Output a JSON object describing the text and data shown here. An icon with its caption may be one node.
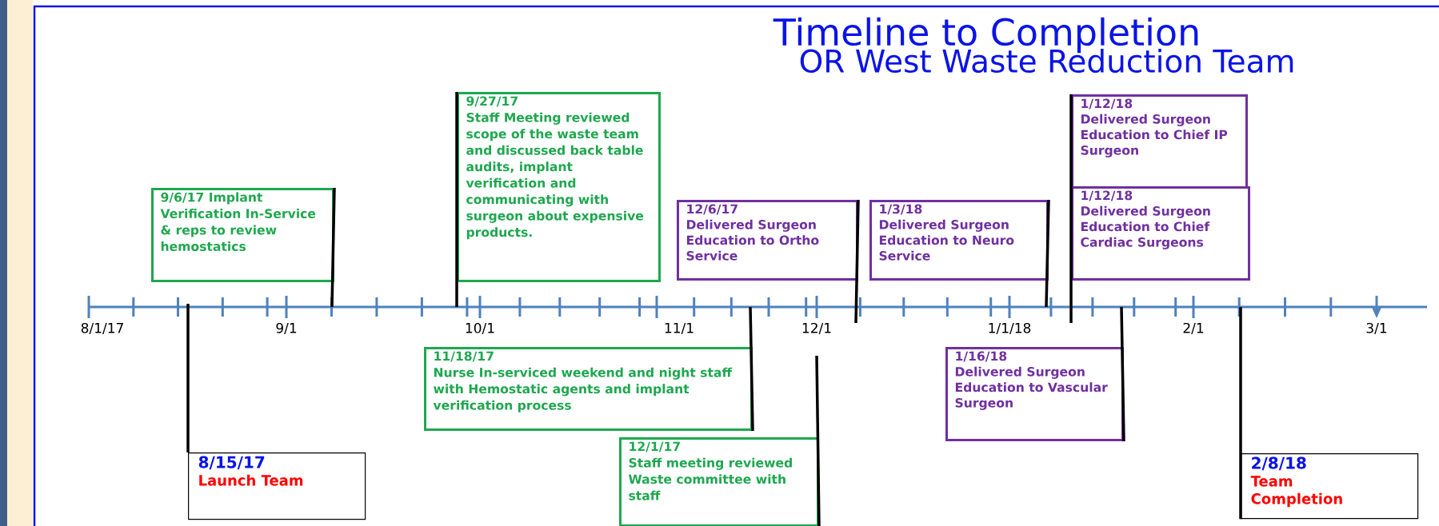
{
  "diagram": {
    "title": "Timeline to Completion",
    "nodes": [
      {
        "text": [
          "8/15/17",
          "Launch Team"
        ]
      },
      {
        "text": [
          "9/6/17 Implant Verification In-Service & reps to review hemostatics"
        ]
      },
      {
        "text": [
          "9/27/17",
          "Staff Meeting reviewed scope of the waste team and discussed back table audits, implant verification and communicating with surgeon about expensive products."
        ]
      },
      {
        "text": [
          "11/18/17",
          "Nurse In-serviced weekend and night staff with Hemostatic agents and implant verification process"
        ]
      },
      {
        "text": [
          "12/1/17",
          "Staff meeting reviewed Waste committee with staff"
        ]
      },
      {
        "text": [
          "12/6/17",
          "Delivered Surgeon Education to Ortho Service"
        ]
      },
      {
        "text": [
          "1/3/18",
          "Delivered Surgeon Education to Neuro Service"
        ]
      },
      {
        "text": [
          "1/12/18",
          "Delivered Surgeon Education to Chief IP Surgeon"
        ]
      },
      {
        "text": [
          "1/12/18",
          "Delivered Surgeon Education to Chief Cardiac Surgeons"
        ]
      },
      {
        "text": [
          "1/16/18",
          "Delivered Surgeon Education to Vascular Surgeon"
        ]
      },
      {
        "text": [
          "2/8/18",
          "Team Completion"
        ]
      }
    ],
    "edges": [
      {
        "from": 0,
        "to": null,
        "arrow": "none"
      },
      {
        "from": 1,
        "to": null,
        "arrow": "none"
      },
      {
        "from": 2,
        "to": null,
        "arrow": "none"
      },
      {
        "from": 3,
        "to": null,
        "arrow": "none"
      },
      {
        "from": 4,
        "to": null,
        "arrow": "none"
      },
      {
        "from": 5,
        "to": null,
        "arrow": "none"
      },
      {
        "from": 6,
        "to": null,
        "arrow": "none"
      },
      {
        "from": 7,
        "to": null,
        "arrow": "none"
      },
      {
        "from": 9,
        "to": null,
        "arrow": "none"
      },
      {
        "from": 10,
        "to": null,
        "arrow": "none"
      }
    ],
    "labels": [
      "OR West Waste Reduction Team",
      "8/1/17",
      "9/1",
      "10/1",
      "11/1",
      "12/1",
      "1/1/18",
      "2/1",
      "3/1"
    ]
  }
}
